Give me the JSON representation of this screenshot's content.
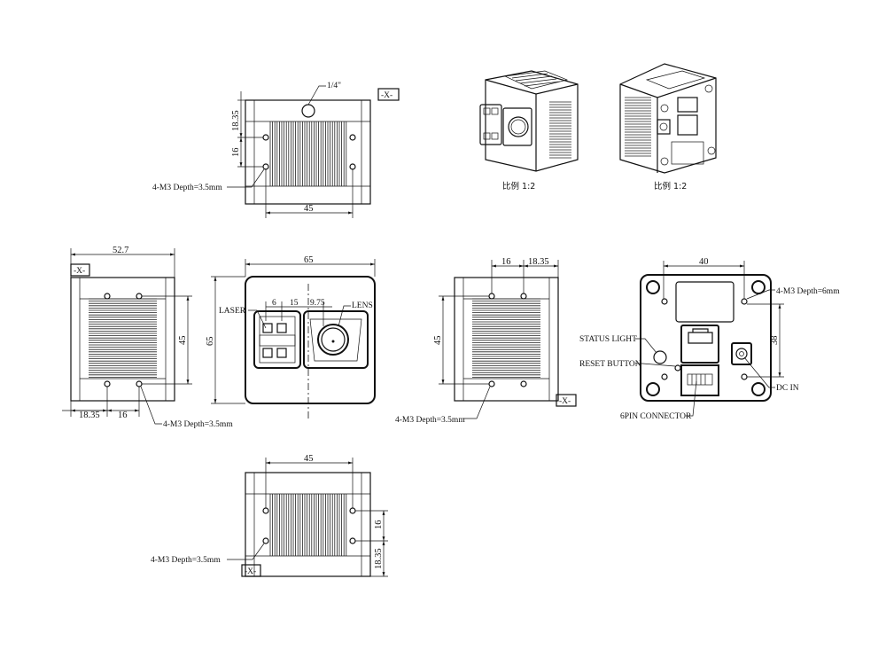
{
  "top_view": {
    "hole_label": "1/4\"",
    "view_tag": "-X-",
    "dim_width": "45",
    "dim_a": "18.35",
    "dim_b": "16",
    "note": "4-M3 Depth=3.5mm"
  },
  "iso_front": {
    "scale_label": "比例  1:2"
  },
  "iso_back": {
    "scale_label": "比例  1:2"
  },
  "left_view": {
    "dim_depth": "52.7",
    "view_tag": "-X-",
    "dim_height": "45",
    "dim_a": "18.35",
    "dim_b": "16",
    "note": "4-M3 Depth=3.5mm"
  },
  "front_view": {
    "dim_width": "65",
    "dim_height": "65",
    "dim_6": "6",
    "dim_15": "15",
    "dim_975": "9.75",
    "laser_label": "LASER",
    "lens_label": "LENS"
  },
  "right_view": {
    "dim_a": "16",
    "dim_b": "18.35",
    "dim_height": "45",
    "view_tag": "-X-",
    "note": "4-M3 Depth=3.5mm"
  },
  "back_view": {
    "dim_width": "40",
    "dim_height": "38",
    "mount_note": "4-M3 Depth=6mm",
    "status_light": "STATUS LIGHT",
    "reset_button": "RESET BUTTON",
    "dc_in": "DC IN",
    "connector": "6PIN CONNECTOR"
  },
  "bottom_view": {
    "dim_width": "45",
    "dim_a": "16",
    "dim_b": "18.35",
    "view_tag": "-X-",
    "note": "4-M3 Depth=3.5mm"
  }
}
